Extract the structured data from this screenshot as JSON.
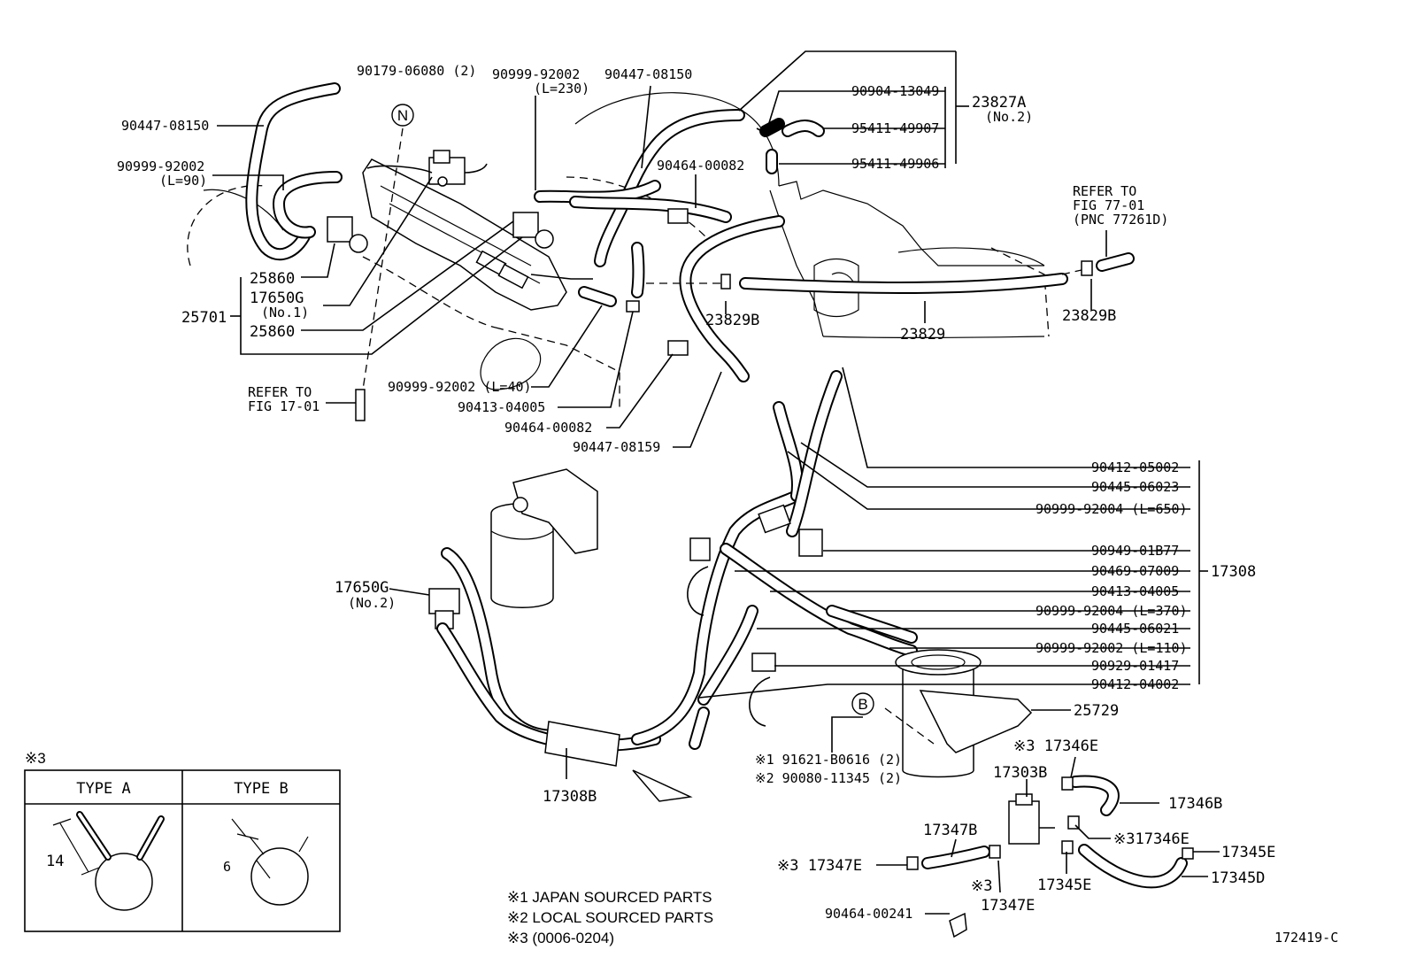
{
  "diagram": {
    "id_code": "172419-C",
    "callouts": {
      "c_90179": "90179-06080 (2)",
      "c_90447_a": "90447-08150",
      "c_90999_a": "90999-92002",
      "c_90999_a_len": "(L=90)",
      "c_90999_b": "90999-92002",
      "c_90999_b_len": "(L=230)",
      "c_90447_b": "90447-08150",
      "c_90464_a": "90464-00082",
      "c_90904": "90904-13049",
      "c_95411_a": "95411-49907",
      "c_95411_b": "95411-49906",
      "c_23827a": "23827A",
      "c_23827a_sub": "(No.2)",
      "c_refer_77_1": "REFER TO",
      "c_refer_77_2": "FIG 77-01",
      "c_refer_77_3": "(PNC 77261D)",
      "c_25860_a": "25860",
      "c_17650g_a": "17650G",
      "c_17650g_a_sub": "(No.1)",
      "c_25701": "25701",
      "c_25860_b": "25860",
      "c_23829b_a": "23829B",
      "c_23829": "23829",
      "c_23829b_b": "23829B",
      "c_refer_17_1": "REFER TO",
      "c_refer_17_2": "FIG 17-01",
      "c_90999_c": "90999-92002 (L=40)",
      "c_90413_a": "90413-04005",
      "c_90464_b": "90464-00082",
      "c_90447_c": "90447-08159",
      "c_90412_a": "90412-05002",
      "c_90445_a": "90445-06023",
      "c_90999_d": "90999-92004 (L=650)",
      "c_90949": "90949-01B77",
      "c_90469": "90469-07009",
      "c_17308": "17308",
      "c_90413_b": "90413-04005",
      "c_90999_e": "90999-92004 (L=370)",
      "c_90445_b": "90445-06021",
      "c_90999_f": "90999-92002 (L=110)",
      "c_90929": "90929-01417",
      "c_90412_b": "90412-04002",
      "c_17650g_b": "17650G",
      "c_17650g_b_sub": "(No.2)",
      "c_25729": "25729",
      "c_91621": "※1  91621-B0616 (2)",
      "c_90080": "※2  90080-11345 (2)",
      "c_17308b": "17308B",
      "c_17346e_a": "※3 17346E",
      "c_17303b": "17303B",
      "c_17346b": "17346B",
      "c_17347b": "17347B",
      "c_17346e_b": "※317346E",
      "c_17345e_a": "17345E",
      "c_17347e_a": "※3 17347E",
      "c_17347e_b_mark": "※3",
      "c_17347e_b": "17347E",
      "c_17345e_b": "17345E",
      "c_17345d": "17345D",
      "c_90464_c": "90464-00241",
      "marker_n": "N",
      "marker_b": "B"
    },
    "type_table": {
      "mark": "※3",
      "type_a": "TYPE  A",
      "type_b": "TYPE  B",
      "dim_a": "14",
      "dim_b": "6"
    },
    "notes": {
      "n1": "※1  JAPAN SOURCED PARTS",
      "n2": "※2  LOCAL SOURCED PARTS",
      "n3": "※3  (0006-0204)"
    }
  }
}
